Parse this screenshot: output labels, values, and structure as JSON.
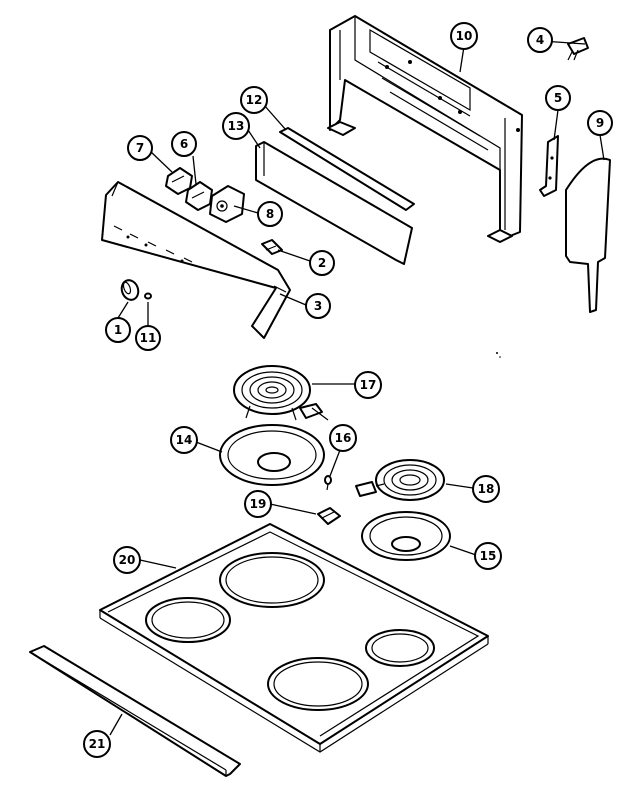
{
  "callouts": [
    {
      "key": "c1",
      "label": "1"
    },
    {
      "key": "c2",
      "label": "2"
    },
    {
      "key": "c3",
      "label": "3"
    },
    {
      "key": "c4",
      "label": "4"
    },
    {
      "key": "c5",
      "label": "5"
    },
    {
      "key": "c6",
      "label": "6"
    },
    {
      "key": "c7",
      "label": "7"
    },
    {
      "key": "c8",
      "label": "8"
    },
    {
      "key": "c9",
      "label": "9"
    },
    {
      "key": "c10",
      "label": "10"
    },
    {
      "key": "c11",
      "label": "11"
    },
    {
      "key": "c12",
      "label": "12"
    },
    {
      "key": "c13",
      "label": "13"
    },
    {
      "key": "c14",
      "label": "14"
    },
    {
      "key": "c15",
      "label": "15"
    },
    {
      "key": "c16",
      "label": "16"
    },
    {
      "key": "c17",
      "label": "17"
    },
    {
      "key": "c18",
      "label": "18"
    },
    {
      "key": "c19",
      "label": "19"
    },
    {
      "key": "c20",
      "label": "20"
    },
    {
      "key": "c21",
      "label": "21"
    }
  ]
}
